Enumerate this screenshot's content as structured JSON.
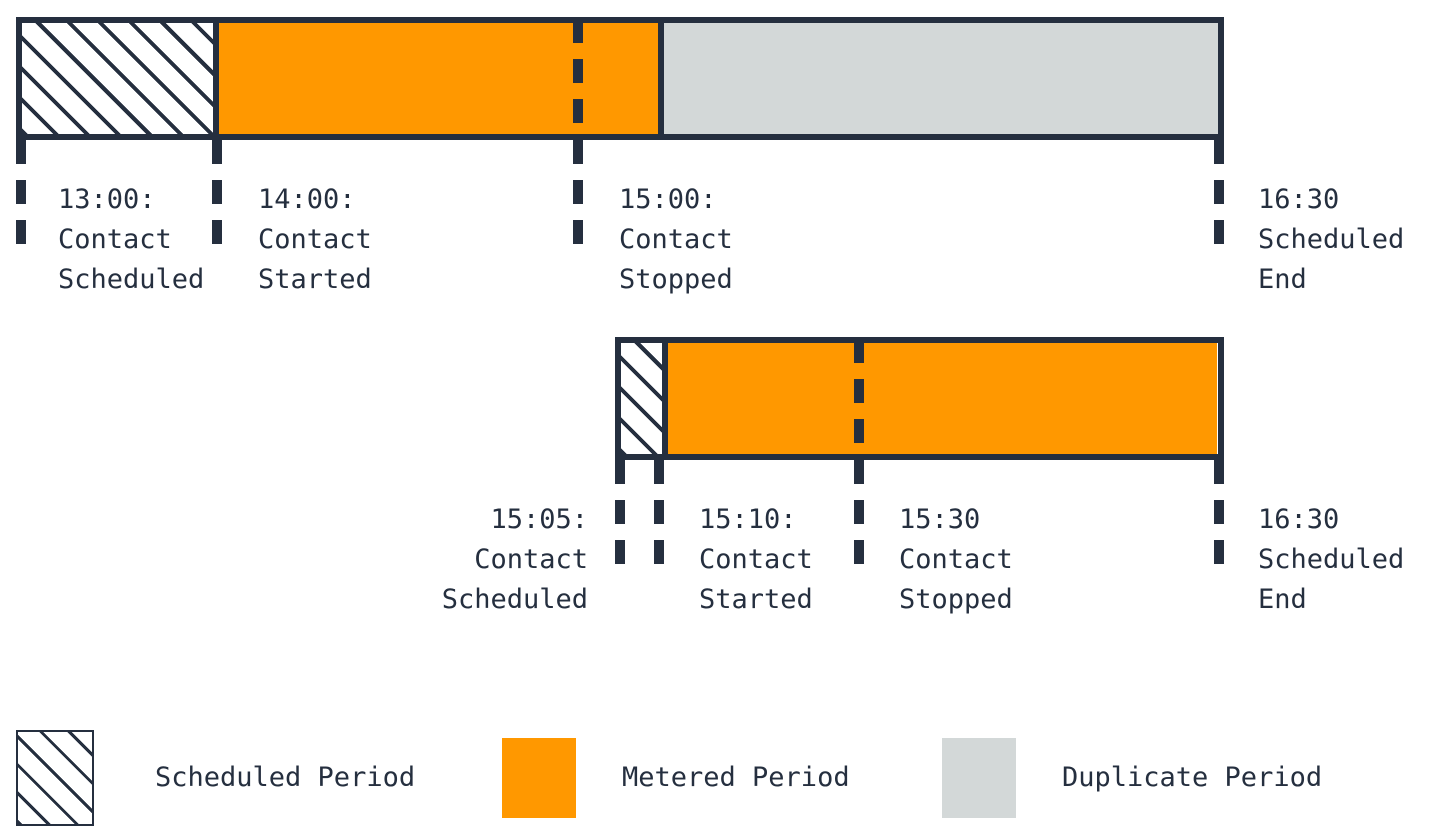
{
  "figure": {
    "type": "timeline-diagram",
    "colors": {
      "outline": "#252F3F",
      "metered": "#FF9800",
      "duplicate": "#D3D8D8",
      "scheduled_hatch": "#252F3F",
      "background": "#FFFFFF"
    }
  },
  "timelines": [
    {
      "id": "timeline-original",
      "segments": [
        {
          "kind": "scheduled",
          "label": "Scheduled Period"
        },
        {
          "kind": "metered",
          "label": "Metered Period"
        },
        {
          "kind": "duplicate",
          "label": "Duplicate Period"
        }
      ],
      "markers": [
        {
          "time": "13:00:",
          "line1": "Contact",
          "line2": "Scheduled"
        },
        {
          "time": "14:00:",
          "line1": "Contact",
          "line2": "Started"
        },
        {
          "time": "15:00:",
          "line1": "Contact",
          "line2": "Stopped"
        },
        {
          "time": "16:30",
          "line1": "Scheduled",
          "line2": "End"
        }
      ]
    },
    {
      "id": "timeline-duplicate",
      "segments": [
        {
          "kind": "scheduled",
          "label": "Scheduled Period"
        },
        {
          "kind": "metered",
          "label": "Metered Period"
        }
      ],
      "markers": [
        {
          "time": "15:05:",
          "line1": "Contact",
          "line2": "Scheduled"
        },
        {
          "time": "15:10:",
          "line1": "Contact",
          "line2": "Started"
        },
        {
          "time": "15:30",
          "line1": "Contact",
          "line2": "Stopped"
        },
        {
          "time": "16:30",
          "line1": "Scheduled",
          "line2": "End"
        }
      ]
    }
  ],
  "legend": {
    "items": [
      {
        "swatch": "scheduled-hatch-swatch",
        "label": "Scheduled Period"
      },
      {
        "swatch": "metered-orange-swatch",
        "label": "Metered Period"
      },
      {
        "swatch": "duplicate-gray-swatch",
        "label": "Duplicate Period"
      }
    ]
  }
}
